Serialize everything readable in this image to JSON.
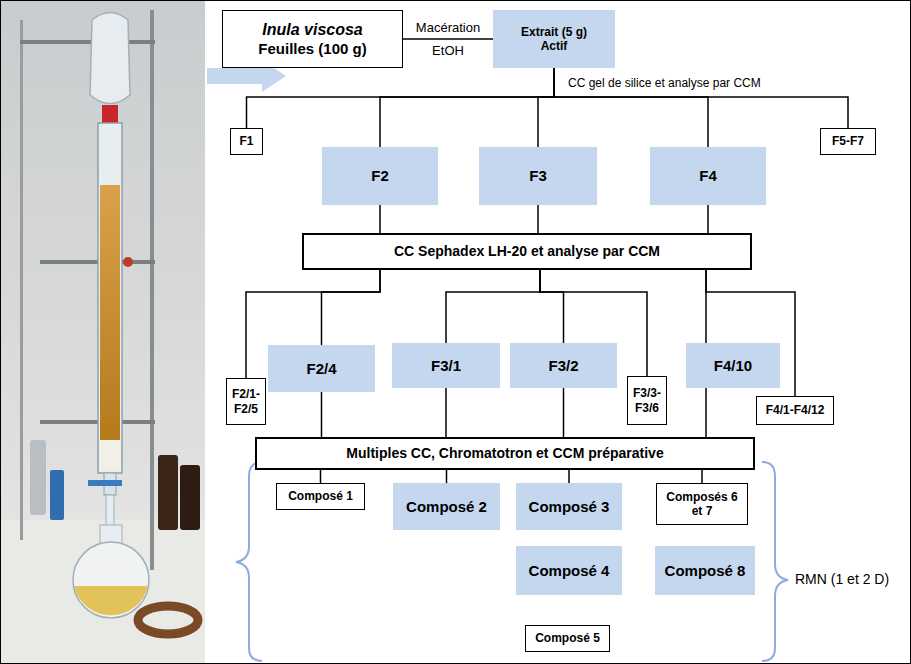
{
  "diagram": {
    "nodes": [
      {
        "text": [
          "Inula viscosa",
          "Feuilles (100 g)"
        ]
      },
      {
        "text": [
          "Extrait (5 g)",
          "Actif"
        ]
      },
      {
        "text": [
          "F1"
        ]
      },
      {
        "text": [
          "F2"
        ]
      },
      {
        "text": [
          "F3"
        ]
      },
      {
        "text": [
          "F4"
        ]
      },
      {
        "text": [
          "F5-F7"
        ]
      },
      {
        "text": [
          "CC Sephadex LH-20 et analyse par CCM"
        ]
      },
      {
        "text": [
          "F2/1-F2/5"
        ]
      },
      {
        "text": [
          "F2/4"
        ]
      },
      {
        "text": [
          "F3/1"
        ]
      },
      {
        "text": [
          "F3/2"
        ]
      },
      {
        "text": [
          "F3/3-F3/6"
        ]
      },
      {
        "text": [
          "F4/10"
        ]
      },
      {
        "text": [
          "F4/1-F4/12"
        ]
      },
      {
        "text": [
          "Multiples CC, Chromatotron et CCM préparative"
        ]
      },
      {
        "text": [
          "Composé 1"
        ]
      },
      {
        "text": [
          "Composé 2"
        ]
      },
      {
        "text": [
          "Composé 3"
        ]
      },
      {
        "text": [
          "Composés 6 et 7"
        ]
      },
      {
        "text": [
          "Composé 4"
        ]
      },
      {
        "text": [
          "Composé 8"
        ]
      },
      {
        "text": [
          "Composé 5"
        ]
      }
    ],
    "edges": [
      {
        "from": 0,
        "to": 1,
        "label": "Macération",
        "arrow": "none"
      },
      {
        "from": 1,
        "to": 2,
        "arrow": "none"
      },
      {
        "from": 1,
        "to": 3,
        "arrow": "none"
      },
      {
        "from": 1,
        "to": 4,
        "arrow": "none"
      },
      {
        "from": 1,
        "to": 5,
        "arrow": "none"
      },
      {
        "from": 1,
        "to": 6,
        "arrow": "none"
      },
      {
        "from": 3,
        "to": 7,
        "arrow": "none"
      },
      {
        "from": 4,
        "to": 7,
        "arrow": "none"
      },
      {
        "from": 5,
        "to": 7,
        "arrow": "none"
      },
      {
        "from": 7,
        "to": 8,
        "arrow": "none"
      },
      {
        "from": 7,
        "to": 9,
        "arrow": "none"
      },
      {
        "from": 7,
        "to": 10,
        "arrow": "none"
      },
      {
        "from": 7,
        "to": 11,
        "arrow": "none"
      },
      {
        "from": 7,
        "to": 12,
        "arrow": "none"
      },
      {
        "from": 7,
        "to": 13,
        "arrow": "none"
      },
      {
        "from": 7,
        "to": 14,
        "arrow": "none"
      },
      {
        "from": 9,
        "to": 15,
        "arrow": "none"
      },
      {
        "from": 10,
        "to": 15,
        "arrow": "none"
      },
      {
        "from": 11,
        "to": 15,
        "arrow": "none"
      },
      {
        "from": 13,
        "to": 15,
        "arrow": "none"
      },
      {
        "from": 15,
        "to": 16,
        "arrow": "none"
      },
      {
        "from": 15,
        "to": 17,
        "arrow": "none"
      },
      {
        "from": 15,
        "to": 18,
        "arrow": "none"
      },
      {
        "from": 15,
        "to": 19,
        "arrow": "none"
      }
    ],
    "labels": [
      "EtOH",
      "CC gel de silice et analyse par CCM",
      "RMN (1 et 2 D)"
    ]
  }
}
